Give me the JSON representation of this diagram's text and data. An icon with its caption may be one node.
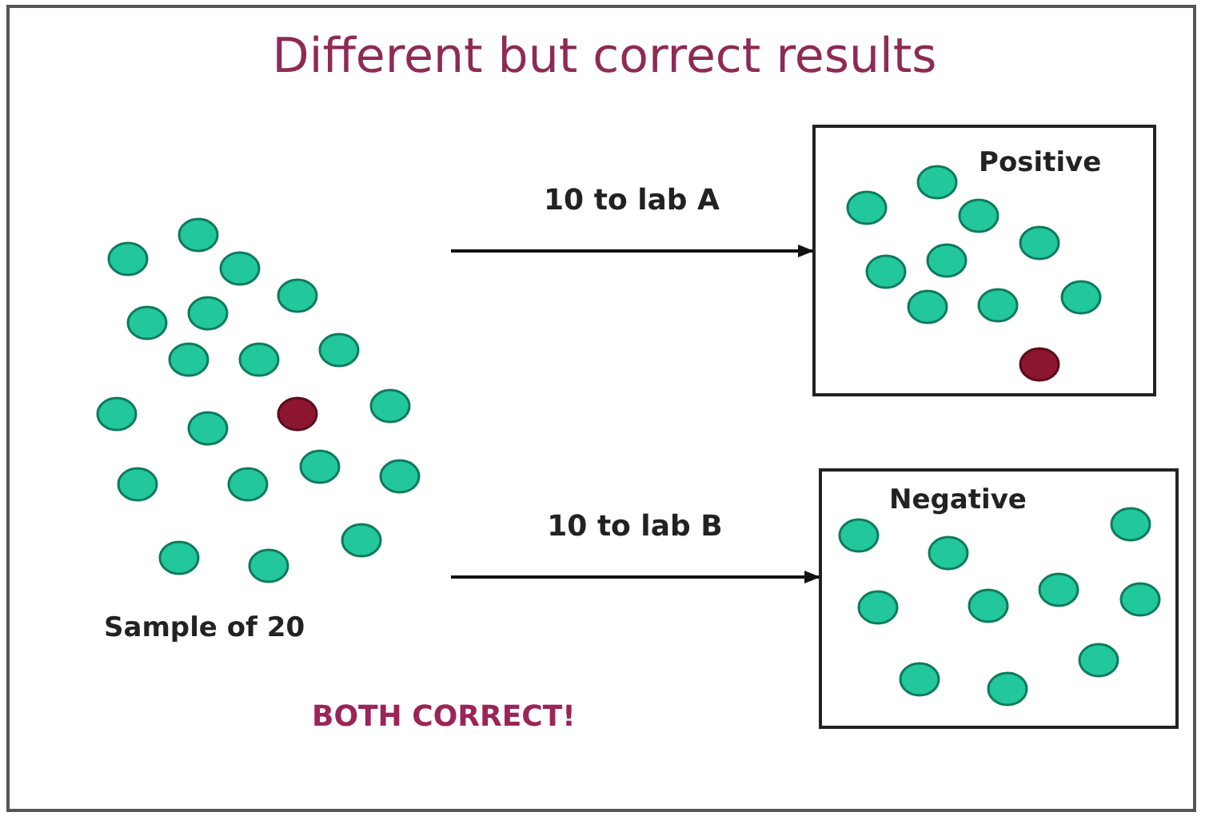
{
  "diagram": {
    "title": "Different but correct results",
    "nodes": [
      {
        "text": [
          "Sample of 20"
        ]
      },
      {
        "text": [
          "Positive"
        ]
      },
      {
        "text": [
          "Negative"
        ]
      }
    ],
    "edges": [
      {
        "from": 0,
        "to": 1,
        "arrow": "to",
        "label": "10 to lab A"
      },
      {
        "from": 0,
        "to": 2,
        "arrow": "to",
        "label": "10 to lab B"
      }
    ],
    "labels": [
      "BOTH CORRECT!"
    ]
  }
}
